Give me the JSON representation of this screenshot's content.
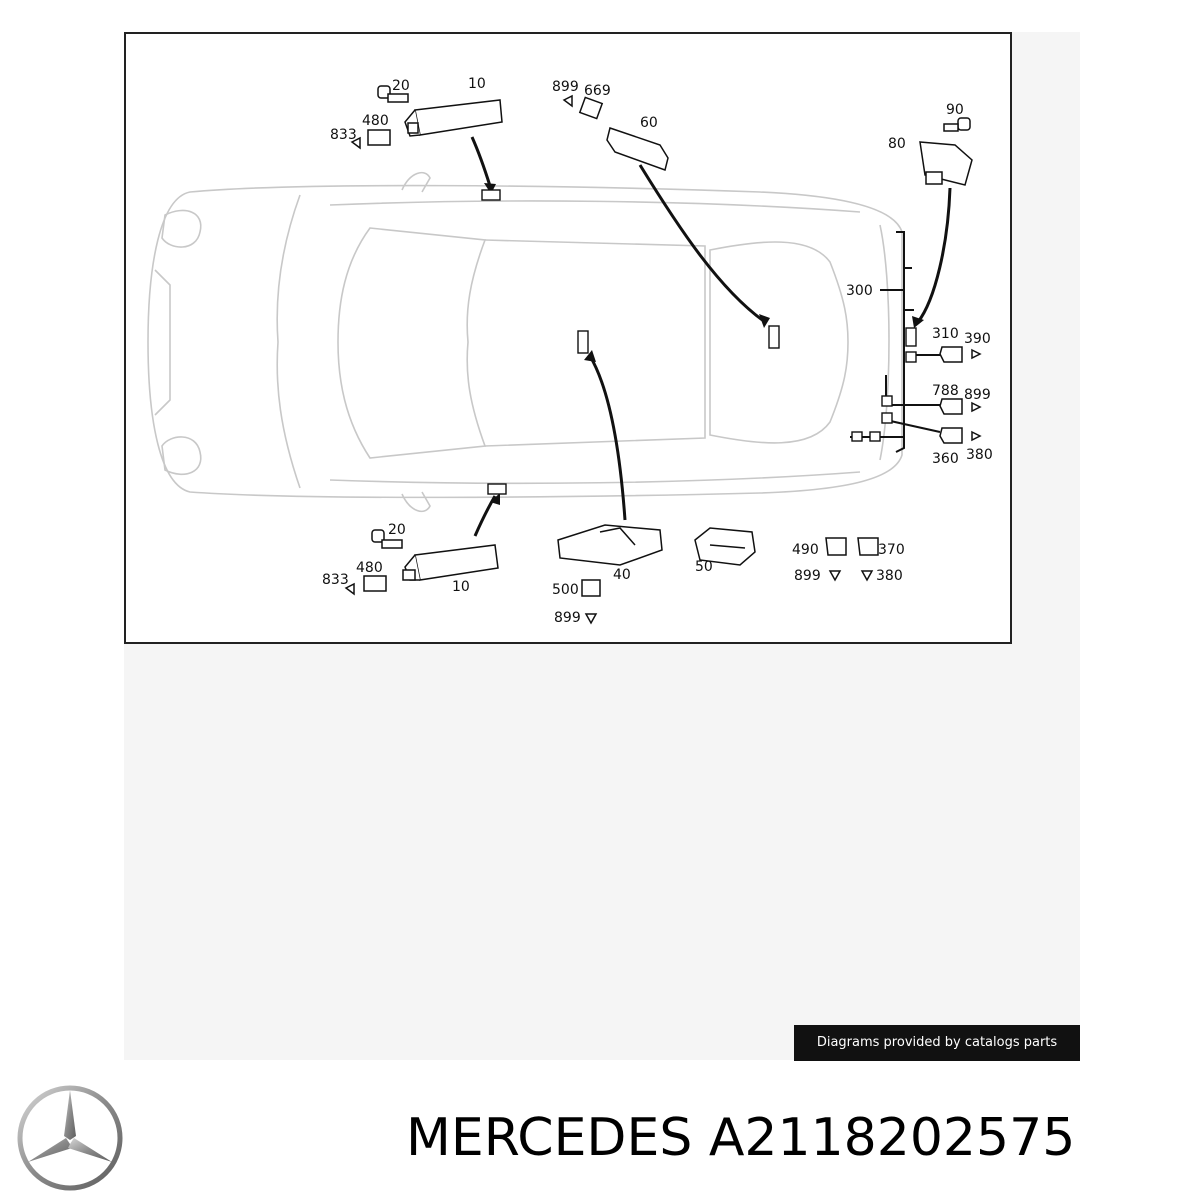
{
  "diagram": {
    "callouts": {
      "c20_top": "20",
      "c10_top": "10",
      "c833_top": "833",
      "c480_top": "480",
      "c899_top": "899",
      "c669": "669",
      "c60": "60",
      "c90": "90",
      "c80": "80",
      "c300": "300",
      "c310": "310",
      "c390": "390",
      "c788": "788",
      "c899_r1": "899",
      "c360": "360",
      "c380_r": "380",
      "c490": "490",
      "c370": "370",
      "c899_b": "899",
      "c380_b": "380",
      "c20_bot": "20",
      "c480_bot": "480",
      "c833_bot": "833",
      "c10_bot": "10",
      "c40": "40",
      "c500": "500",
      "c899_500": "899",
      "c50": "50"
    }
  },
  "credit": "Diagrams provided by catalogs parts",
  "brand": {
    "logo_icon": "mercedes-star-icon",
    "logo_color": "#8a8a8a"
  },
  "title": {
    "text": "MERCEDES A2118202575"
  }
}
